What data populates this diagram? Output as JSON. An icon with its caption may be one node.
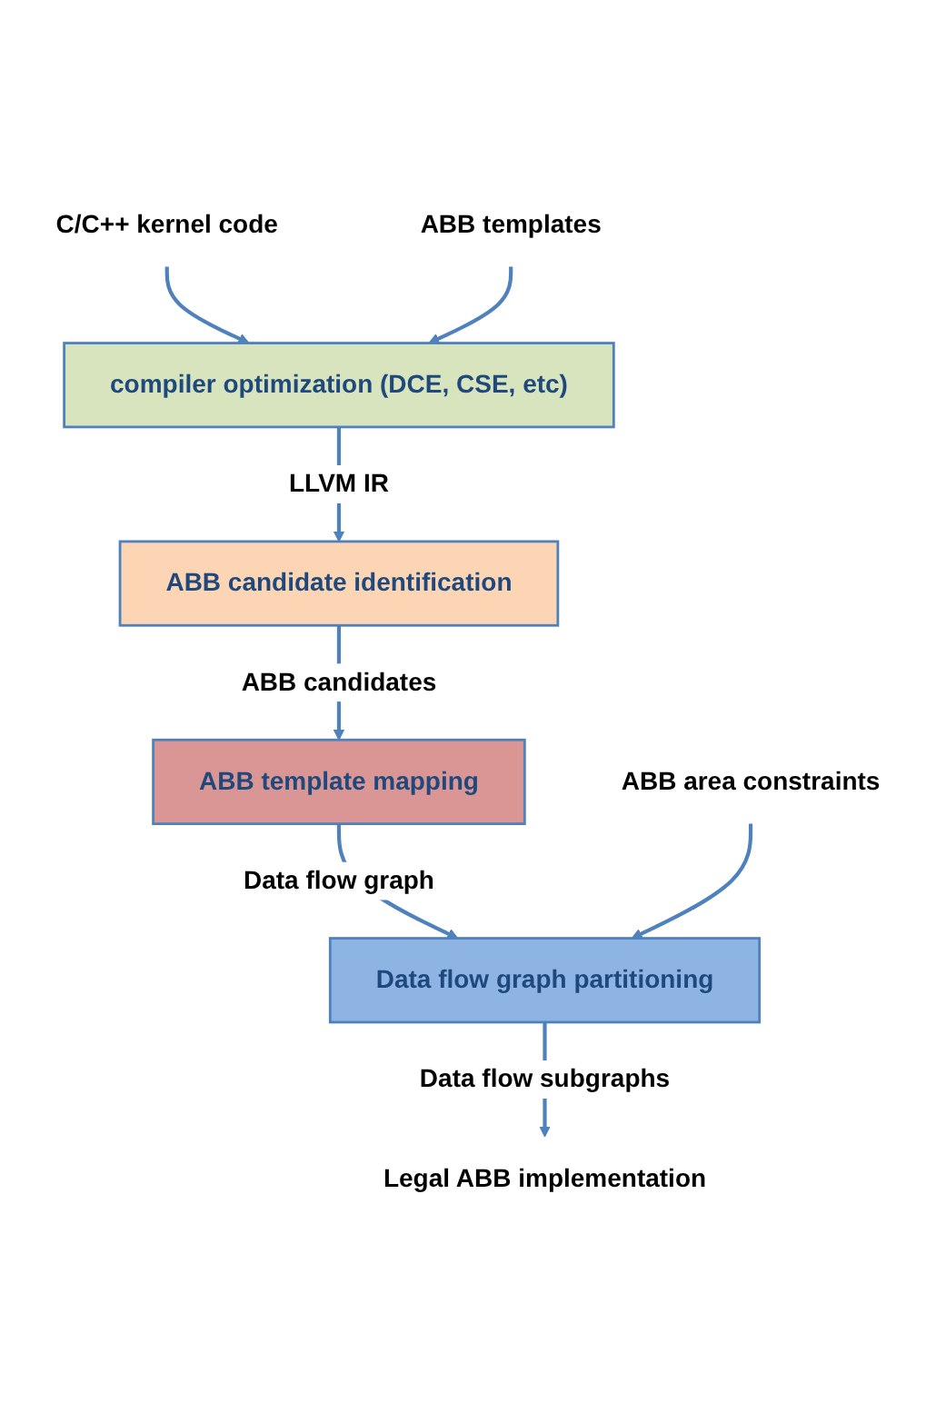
{
  "diagram": {
    "nodes": [
      {
        "text": [
          "C/C++ kernel code"
        ]
      },
      {
        "text": [
          "ABB templates"
        ]
      },
      {
        "text": [
          "compiler optimization (DCE, CSE, etc)"
        ]
      },
      {
        "text": [
          "ABB candidate identification"
        ]
      },
      {
        "text": [
          "ABB template mapping"
        ]
      },
      {
        "text": [
          "ABB area constraints"
        ]
      },
      {
        "text": [
          "Data flow graph partitioning"
        ]
      },
      {
        "text": [
          "Legal ABB implementation"
        ]
      }
    ],
    "edges": [
      {
        "from": 0,
        "to": 2,
        "arrow": "to"
      },
      {
        "from": 1,
        "to": 2,
        "arrow": "to"
      },
      {
        "from": 2,
        "to": 3,
        "arrow": "to",
        "label": "LLVM IR"
      },
      {
        "from": 3,
        "to": 4,
        "arrow": "to",
        "label": "ABB candidates"
      },
      {
        "from": 4,
        "to": 6,
        "arrow": "to",
        "label": "Data flow graph"
      },
      {
        "from": 5,
        "to": 6,
        "arrow": "to"
      },
      {
        "from": 6,
        "to": 7,
        "arrow": "to",
        "label": "Data flow subgraphs"
      }
    ]
  }
}
